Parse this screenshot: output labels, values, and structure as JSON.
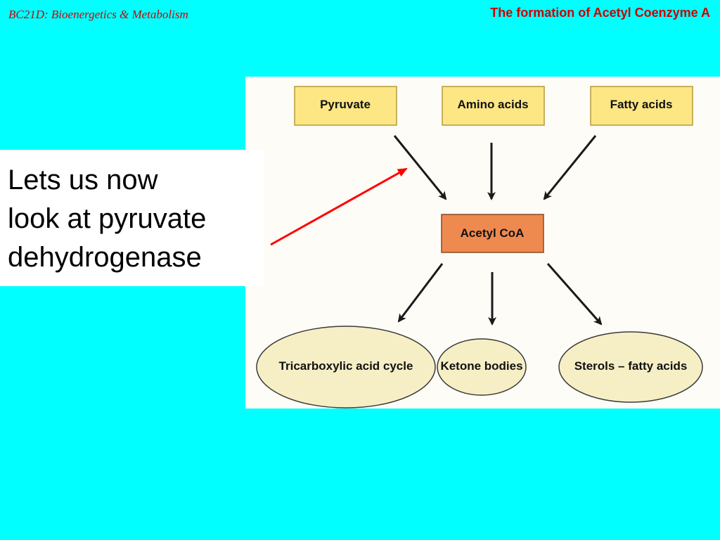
{
  "header": {
    "course": "BC21D: Bioenergetics & Metabolism",
    "title": "The formation of Acetyl Coenzyme A"
  },
  "callout": {
    "text": "Lets us now\nlook at pyruvate\ndehydrogenase"
  },
  "diagram": {
    "sources": [
      "Pyruvate",
      "Amino acids",
      "Fatty acids"
    ],
    "center": "Acetyl CoA",
    "products": [
      "Tricarboxylic acid cycle",
      "Ketone bodies",
      "Sterols – fatty acids"
    ]
  },
  "colors": {
    "background": "#00ffff",
    "header_text": "#cc0000",
    "source_box": "#fde684",
    "center_box": "#ee8a4f",
    "product_ellipse": "#f6efc6",
    "pointer_arrow": "#ff0000"
  }
}
